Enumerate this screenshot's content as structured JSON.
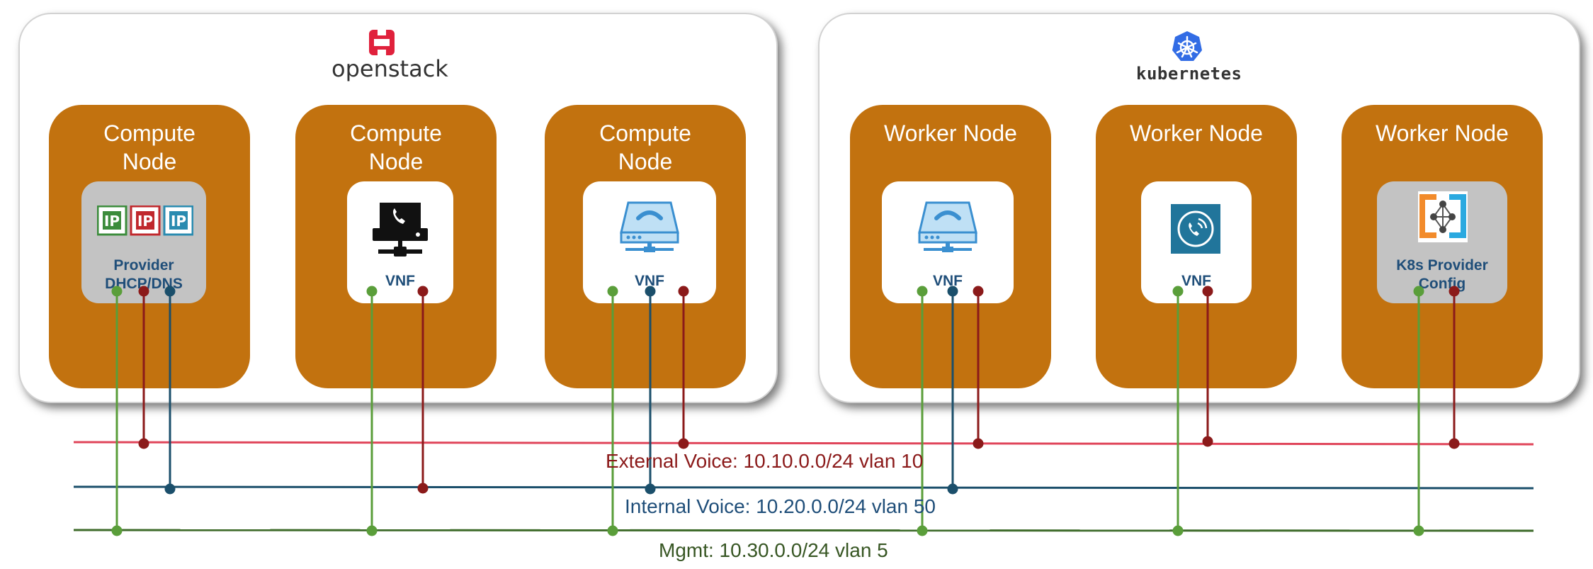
{
  "clusters": {
    "openstack": {
      "logo_text": "openstack",
      "logo_color": "#e0213c"
    },
    "kubernetes": {
      "logo_text": "kubernetes",
      "logo_color": "#326ce5"
    }
  },
  "nodes": [
    {
      "title": "Compute\nNode",
      "card_label": "Provider\nDHCP/DNS",
      "icon": "ip-address-icons"
    },
    {
      "title": "Compute\nNode",
      "card_label": "VNF",
      "icon": "phone-server-icon"
    },
    {
      "title": "Compute\nNode",
      "card_label": "VNF",
      "icon": "phone-device-icon"
    },
    {
      "title": "Worker Node",
      "card_label": "VNF",
      "icon": "phone-device-icon"
    },
    {
      "title": "Worker Node",
      "card_label": "VNF",
      "icon": "voice-app-icon"
    },
    {
      "title": "Worker Node",
      "card_label": "K8s Provider\nConfig",
      "icon": "network-config-icon"
    }
  ],
  "networks": {
    "external": {
      "label": "External Voice: 10.10.0.0/24 vlan 10",
      "color": "#8b1a1a",
      "line_color": "#e0455a"
    },
    "internal": {
      "label": "Internal Voice: 10.20.0.0/24 vlan 50",
      "color": "#1f4e79",
      "line_color": "#1b4f6b"
    },
    "mgmt": {
      "label": "Mgmt: 10.30.0.0/24 vlan 5",
      "color": "#375623",
      "line_color": "#3e6b2a"
    }
  },
  "colors": {
    "node": "#c2720f",
    "green": "#5a9e3a",
    "red": "#8b1a1a",
    "blue": "#1b4f6b"
  }
}
